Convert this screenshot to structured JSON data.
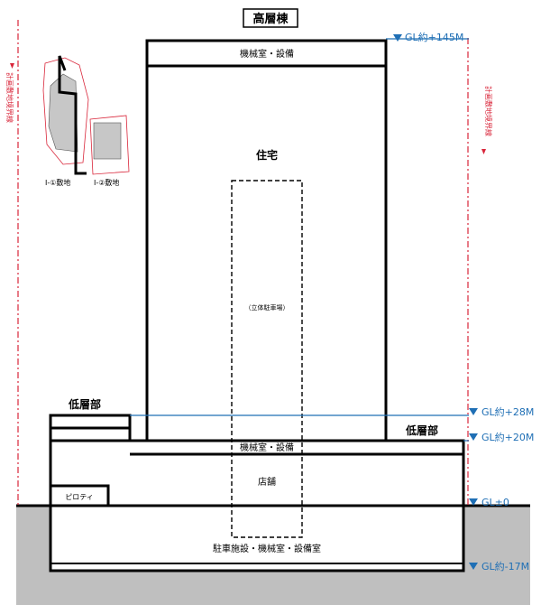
{
  "title": "高層棟",
  "labels": {
    "machine_top": "機械室・設備",
    "residence": "住宅",
    "parking_tower": "（立体駐車場）",
    "low_left": "低層部",
    "low_right": "低層部",
    "machine_mid": "機械室・設備",
    "shops": "店舗",
    "piloti": "ピロティ",
    "basement": "駐車施設・機械室・設備室"
  },
  "levels": {
    "top": "GL約+145M",
    "l28": "GL約+28M",
    "l20": "GL約+20M",
    "gl0": "GL±0",
    "b17": "GL約-17M"
  },
  "boundary": {
    "left": "計画敷地境界線",
    "right": "計画敷地境界線"
  },
  "keymap": {
    "site1": "Ⅰ-①敷地",
    "site2": "Ⅰ-②敷地"
  },
  "colors": {
    "level": "#1f6fb5",
    "boundary": "#d9263a",
    "ground": "#bfbfbf",
    "line": "#000000"
  }
}
